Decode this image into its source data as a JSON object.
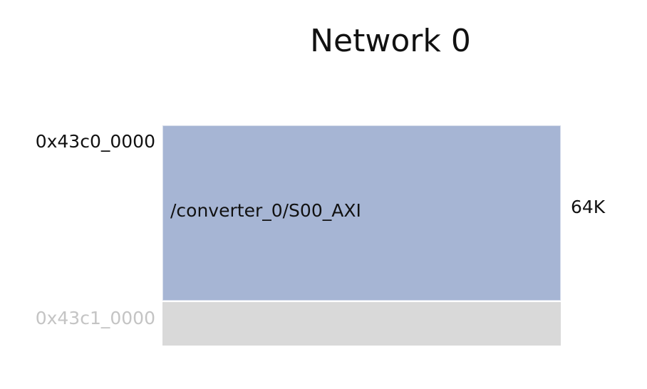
{
  "network": {
    "title": "Network 0"
  },
  "segment": {
    "start_address": "0x43c0_0000",
    "end_address": "0x43c1_0000",
    "name": "/converter_0/S00_AXI",
    "size": "64K"
  },
  "colors": {
    "segment_fill": "#a6b5d4",
    "free_fill": "#d9d9d9",
    "end_address_text": "#c4c4c4"
  }
}
